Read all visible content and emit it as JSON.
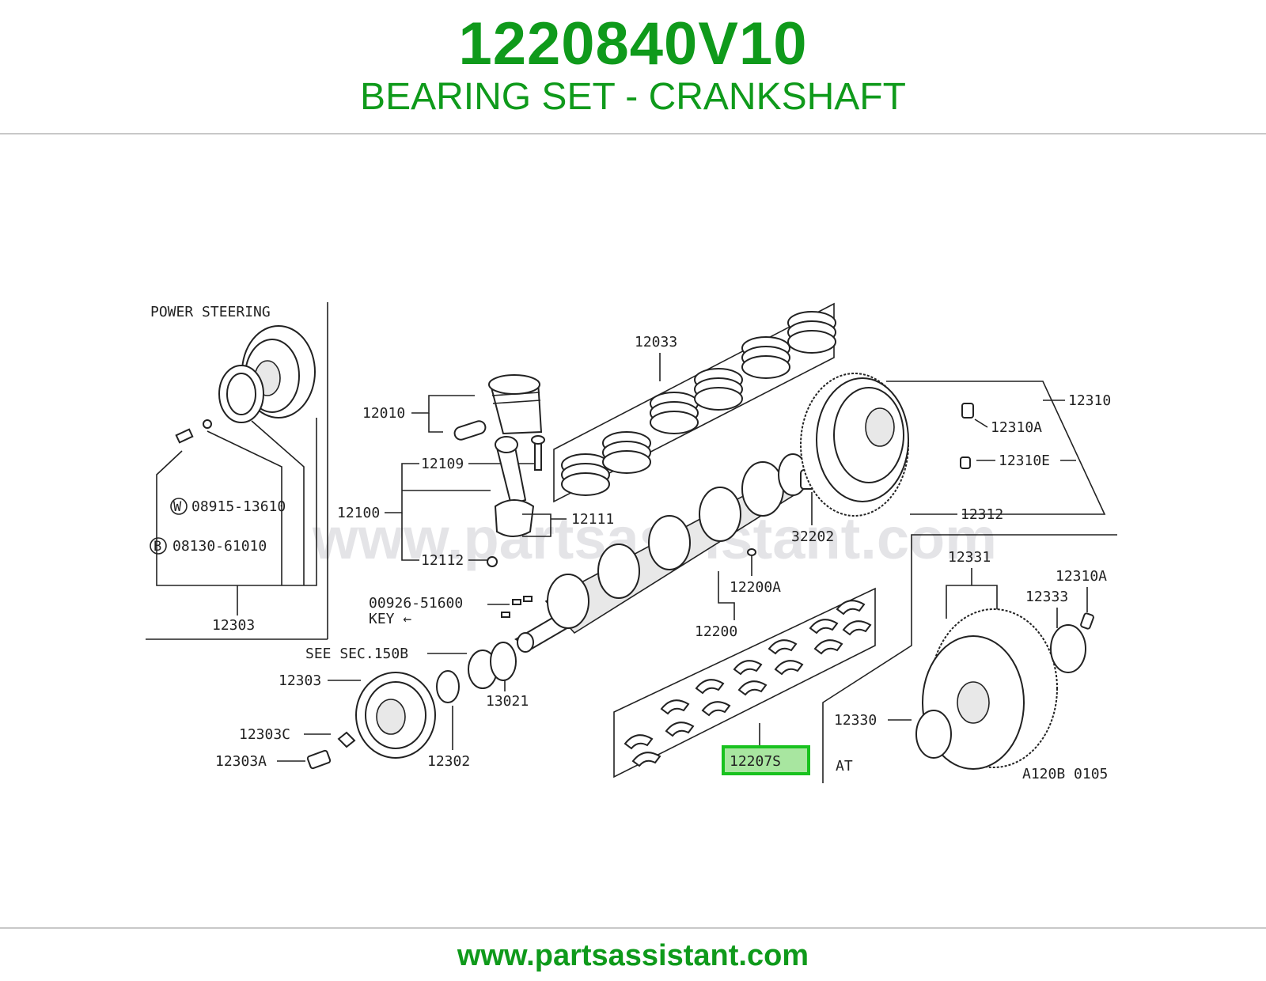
{
  "header": {
    "part_number": "1220840V10",
    "part_name": "BEARING SET - CRANKSHAFT"
  },
  "footer": {
    "url": "www.partsassistant.com"
  },
  "diagram": {
    "watermark": "www.partsassistant.com",
    "highlight_color": "#19c21f",
    "highlight_fill": "#a8e6a0",
    "callouts": {
      "power_steering": "POWER STEERING",
      "p12033": "12033",
      "p12010": "12010",
      "p12109": "12109",
      "p12100": "12100",
      "p12111": "12111",
      "p12112": "12112",
      "p12310": "12310",
      "p12310A_top": "12310A",
      "p12310E": "12310E",
      "p12312": "12312",
      "p32202": "32202",
      "p12200A": "12200A",
      "p12200": "12200",
      "p12207S": "12207S",
      "w_code": "08915-13610",
      "b_code": "08130-61010",
      "w_letter": "W",
      "b_letter": "B",
      "p12303_box": "12303",
      "p00926": "00926-51600",
      "key": "KEY ←",
      "see_sec": "SEE SEC.150B",
      "p13021": "13021",
      "p12303": "12303",
      "p12303C": "12303C",
      "p12303A": "12303A",
      "p12302": "12302",
      "p12331": "12331",
      "p12310A_right": "12310A",
      "p12333": "12333",
      "p12330": "12330",
      "at": "AT",
      "figure_code": "A120B 0105"
    }
  }
}
